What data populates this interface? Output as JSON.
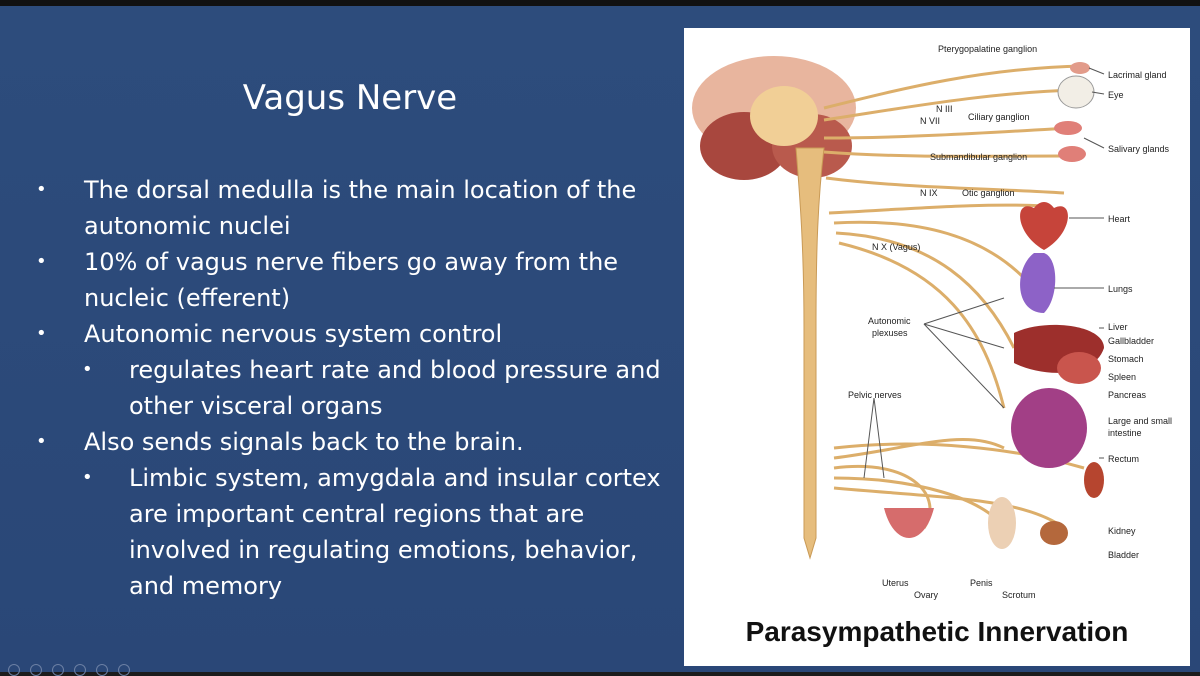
{
  "slide": {
    "title": "Vagus Nerve",
    "bullets": [
      "The dorsal medulla is the main location of the autonomic nuclei",
      "10% of vagus nerve fibers go away from the nucleic (efferent)",
      "Autonomic nervous system control",
      "regulates heart rate and blood pressure and other visceral organs",
      "Also sends signals back to the brain.",
      "Limbic system, amygdala and insular cortex are important central regions that are involved in regulating emotions, behavior, and  memory"
    ],
    "bullet_glyph": "•"
  },
  "figure": {
    "title": "Parasympathetic Innervation",
    "labels": {
      "pterygopalatine": "Pterygopalatine ganglion",
      "lacrimal": "Lacrimal gland",
      "eye": "Eye",
      "n3": "N III",
      "n7": "N VII",
      "ciliary": "Ciliary ganglion",
      "salivary": "Salivary glands",
      "submandibular": "Submandibular ganglion",
      "n9": "N IX",
      "otic": "Otic ganglion",
      "heart": "Heart",
      "nx": "N X (Vagus)",
      "lungs": "Lungs",
      "autonomic": "Autonomic",
      "plexuses": "plexuses",
      "liver": "Liver",
      "gallbladder": "Gallbladder",
      "stomach": "Stomach",
      "spleen": "Spleen",
      "pancreas": "Pancreas",
      "pelvic": "Pelvic nerves",
      "intestine1": "Large and small",
      "intestine2": "intestine",
      "rectum": "Rectum",
      "kidney": "Kidney",
      "bladder": "Bladder",
      "uterus": "Uterus",
      "ovary": "Ovary",
      "penis": "Penis",
      "scrotum": "Scrotum"
    }
  },
  "colors": {
    "slide_bg": "#2c4a7a",
    "text": "#ffffff",
    "nerve": "#e2b878",
    "organ_red": "#b8443c",
    "organ_purple": "#9a3f8f"
  }
}
